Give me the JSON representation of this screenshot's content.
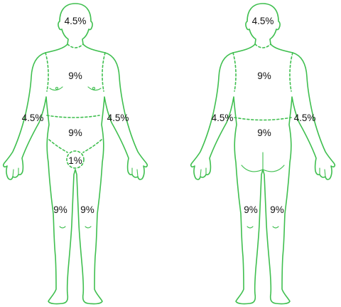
{
  "colors": {
    "outline": "#3fbf4f",
    "text": "#111111",
    "background": "#ffffff"
  },
  "front": {
    "head": "4.5%",
    "chest": "9%",
    "right_arm": "4.5%",
    "left_arm": "4.5%",
    "abdomen": "9%",
    "groin": "1%",
    "right_leg": "9%",
    "left_leg": "9%"
  },
  "back": {
    "head": "4.5%",
    "upper_back": "9%",
    "right_arm": "4.5%",
    "left_arm": "4.5%",
    "lower_back": "9%",
    "right_leg": "9%",
    "left_leg": "9%"
  }
}
